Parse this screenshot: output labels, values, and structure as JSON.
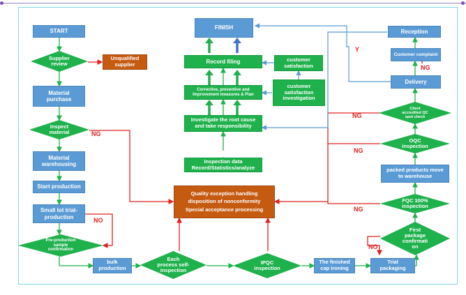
{
  "nodes": {
    "start": "START",
    "supplier_review": "Supplier\nreview",
    "unqualified_supplier": "Unqualified\nsupplier",
    "material_purchase": "Material\npurchase",
    "inspect_material": "Inspect\nmaterial",
    "material_warehousing": "Material\nwarehousing",
    "start_production": "Start production",
    "small_lot_trial": "Small lot trial-\nproduction",
    "preproduction_confirmation": "Pre-production\nsample\nconfirmation",
    "bulk_production": "bulk\nproduction",
    "self_inspection": "Each\nprocess self-\ninspection",
    "ipqc_inspection": "IPQC\ninspection",
    "cap_ironing": "The finished\ncap ironing",
    "trial_packaging": "Trial\npackaging",
    "first_package_confirmation": "First\npackage\nconfirmati\non",
    "fqc_inspection": "FQC 100%\ninspection",
    "packed_to_warehouse": "packed products move\nto warehouse",
    "oqc_inspection": "OQC\ninspection",
    "client_qc_check": "Client\naccredited  QC\nspot  check",
    "delivery": "Delivery",
    "customer_complaint": "Customer complaint",
    "reception": "Reception",
    "quality_exception_1": "Quality exception handling",
    "quality_exception_2": "disposition of nonconformity",
    "quality_exception_3": "Special acceptance processing",
    "inspection_data": "Inspection data\nRecord/Statistics/analyze",
    "investigate_root_cause": "Investigate the root cause\nand take responsibility",
    "corrective_measures": "Corrective, preventive and\nImprovement measures & Plan",
    "customer_satisfaction_investigation": "customer\nsatisfaction\ninvestigation",
    "record_filing": "Record filing",
    "customer_satisfaction": "customer\nsatisfaction",
    "finish": "FINISH"
  },
  "edge_labels": {
    "ng_inspect_material": "NG",
    "no_small_lot": "NO",
    "no_first_package": "NO",
    "ng_fqc": "NG",
    "ng_oqc": "NG",
    "ng_client_qc": "NG",
    "ng_complaint": "NG",
    "y_reception": "Y"
  },
  "colors": {
    "process_blue": "#5b9bd5",
    "decision_green": "#1fb14c",
    "exception_orange": "#c55a11",
    "flow_green": "#1fb14c",
    "ng_red": "#e02020",
    "feedback_blue": "#5b9bd5"
  }
}
